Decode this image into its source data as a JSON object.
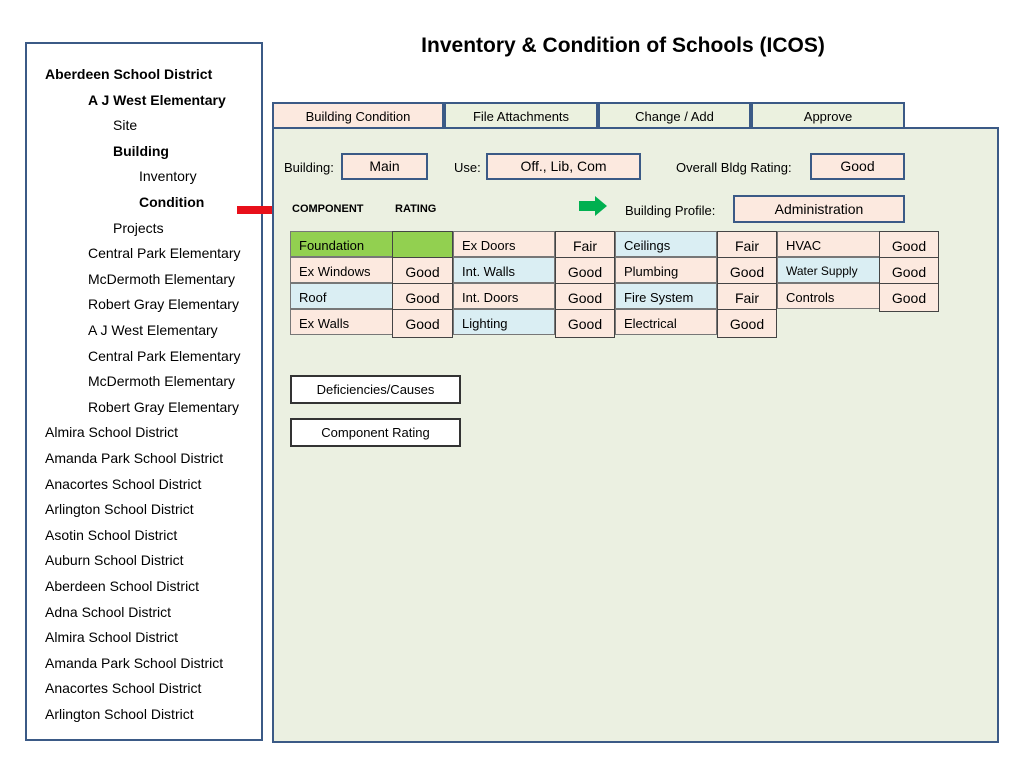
{
  "title": "Inventory & Condition of Schools  (ICOS)",
  "colors": {
    "border": "#3b5a86",
    "pink": "#fce9df",
    "blue": "#daeef3",
    "green_cell": "#92d050",
    "panel_bg": "#ebf0e1",
    "red_arrow": "#e8101a",
    "green_arrow": "#00b050"
  },
  "sidebar": {
    "items": [
      {
        "label": "Aberdeen School District",
        "level": 0,
        "bold": true
      },
      {
        "label": "A J West Elementary",
        "level": 1,
        "bold": true
      },
      {
        "label": "Site",
        "level": 2,
        "bold": false
      },
      {
        "label": "Building",
        "level": 2,
        "bold": true
      },
      {
        "label": "Inventory",
        "level": 3,
        "bold": false
      },
      {
        "label": "Condition",
        "level": 3,
        "bold": true
      },
      {
        "label": "Projects",
        "level": 2,
        "bold": false
      },
      {
        "label": "Central Park Elementary",
        "level": 1,
        "bold": false
      },
      {
        "label": "McDermoth Elementary",
        "level": 1,
        "bold": false
      },
      {
        "label": "Robert Gray Elementary",
        "level": 1,
        "bold": false
      },
      {
        "label": "A J West Elementary",
        "level": 1,
        "bold": false
      },
      {
        "label": "Central Park Elementary",
        "level": 1,
        "bold": false
      },
      {
        "label": "McDermoth Elementary",
        "level": 1,
        "bold": false
      },
      {
        "label": "Robert Gray Elementary",
        "level": 1,
        "bold": false
      },
      {
        "label": "Almira School District",
        "level": 0,
        "bold": false
      },
      {
        "label": "Amanda Park School District",
        "level": 0,
        "bold": false
      },
      {
        "label": "Anacortes School District",
        "level": 0,
        "bold": false
      },
      {
        "label": "Arlington School District",
        "level": 0,
        "bold": false
      },
      {
        "label": "Asotin School District",
        "level": 0,
        "bold": false
      },
      {
        "label": "Auburn School District",
        "level": 0,
        "bold": false
      },
      {
        "label": "Aberdeen School District",
        "level": 0,
        "bold": false
      },
      {
        "label": "Adna School District",
        "level": 0,
        "bold": false
      },
      {
        "label": "Almira School District",
        "level": 0,
        "bold": false
      },
      {
        "label": "Amanda Park School District",
        "level": 0,
        "bold": false
      },
      {
        "label": "Anacortes School District",
        "level": 0,
        "bold": false
      },
      {
        "label": "Arlington School District",
        "level": 0,
        "bold": false
      }
    ]
  },
  "tabs": [
    {
      "label": "Building Condition",
      "active": true
    },
    {
      "label": "File Attachments",
      "active": false
    },
    {
      "label": "Change / Add",
      "active": false
    },
    {
      "label": "Approve",
      "active": false
    }
  ],
  "building": {
    "building_label": "Building:",
    "building_value": "Main",
    "use_label": "Use:",
    "use_value": "Off., Lib, Com",
    "rating_label": "Overall Bldg Rating:",
    "rating_value": "Good",
    "profile_label": "Building Profile:",
    "profile_value": "Administration"
  },
  "headers": {
    "component": "COMPONENT",
    "rating": "RATING"
  },
  "grid": [
    [
      {
        "component": "Foundation",
        "rating": "",
        "color": "green"
      },
      {
        "component": "Ex Doors",
        "rating": "Fair",
        "color": "pink"
      },
      {
        "component": "Ceilings",
        "rating": "Fair",
        "color": "blue"
      },
      {
        "component": "HVAC",
        "rating": "Good",
        "color": "pink"
      }
    ],
    [
      {
        "component": "Ex Windows",
        "rating": "Good",
        "color": "pink"
      },
      {
        "component": "Int. Walls",
        "rating": "Good",
        "color": "blue"
      },
      {
        "component": "Plumbing",
        "rating": "Good",
        "color": "pink"
      },
      {
        "component": "Water Supply",
        "rating": "Good",
        "color": "blue"
      }
    ],
    [
      {
        "component": "Roof",
        "rating": "Good",
        "color": "blue"
      },
      {
        "component": "Int. Doors",
        "rating": "Good",
        "color": "pink"
      },
      {
        "component": "Fire System",
        "rating": "Fair",
        "color": "blue"
      },
      {
        "component": "Controls",
        "rating": "Good",
        "color": "pink"
      }
    ],
    [
      {
        "component": "Ex Walls",
        "rating": "Good",
        "color": "pink"
      },
      {
        "component": "Lighting",
        "rating": "Good",
        "color": "blue"
      },
      {
        "component": "Electrical",
        "rating": "Good",
        "color": "pink"
      }
    ]
  ],
  "buttons": {
    "deficiencies": "Deficiencies/Causes",
    "component_rating": "Component Rating"
  }
}
